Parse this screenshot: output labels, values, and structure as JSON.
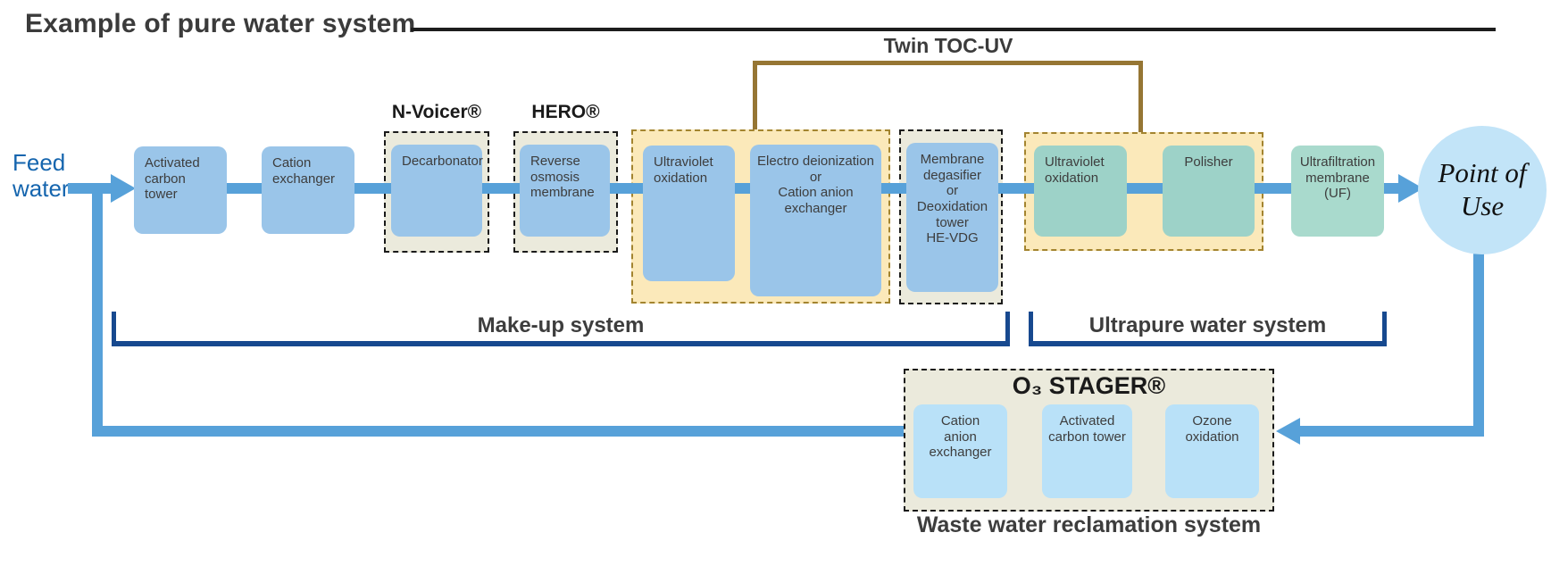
{
  "title": "Example of pure water system",
  "labels": {
    "feed_water": "Feed\nwater",
    "twin_toc_uv": "Twin TOC-UV",
    "n_voicer": "N-Voicer®",
    "hero": "HERO®",
    "makeup_system": "Make-up system",
    "ultrapure_system": "Ultrapure water system",
    "o3_stager": "O₃ STAGER®",
    "waste_water_reclamation": "Waste water reclamation system",
    "point_of_use": "Point of\nUse"
  },
  "main_flow": [
    {
      "label": "Activated\ncarbon tower"
    },
    {
      "label": "Cation\nexchanger"
    },
    {
      "label": "Decarbonator"
    },
    {
      "label": "Reverse\nosmosis\nmembrane"
    },
    {
      "label": "Ultraviolet\noxidation"
    },
    {
      "label": "Electro deionization\nor\nCation anion\nexchanger"
    },
    {
      "label": "Membrane\ndegasifier\nor\nDeoxidation\ntower\nHE-VDG"
    },
    {
      "label": "Ultraviolet\noxidation"
    },
    {
      "label": "Polisher"
    },
    {
      "label": "Ultrafiltration\nmembrane\n(UF)"
    }
  ],
  "reclamation_flow": [
    {
      "label": "Cation\nanion\nexchanger"
    },
    {
      "label": "Activated\ncarbon tower"
    },
    {
      "label": "Ozone\noxidation"
    }
  ],
  "colors": {
    "process_box_blue": "#9ac5e9",
    "process_box_teal": "#9dd2c8",
    "process_box_teal_light": "#a9dacd",
    "process_box_light_blue": "#b9e1f8",
    "flow_line_blue": "#57a1d9",
    "highlight_yellow_fill": "#fbe9ba",
    "highlight_yellow_border": "#a3842f",
    "group_beige_fill": "#ebeadc",
    "bracket_navy": "#17498f",
    "toc_uv_brown": "#967634",
    "feed_water_text": "#1565ae",
    "point_of_use_fill": "#c2e4f8",
    "title_text": "#3b3b3b"
  }
}
